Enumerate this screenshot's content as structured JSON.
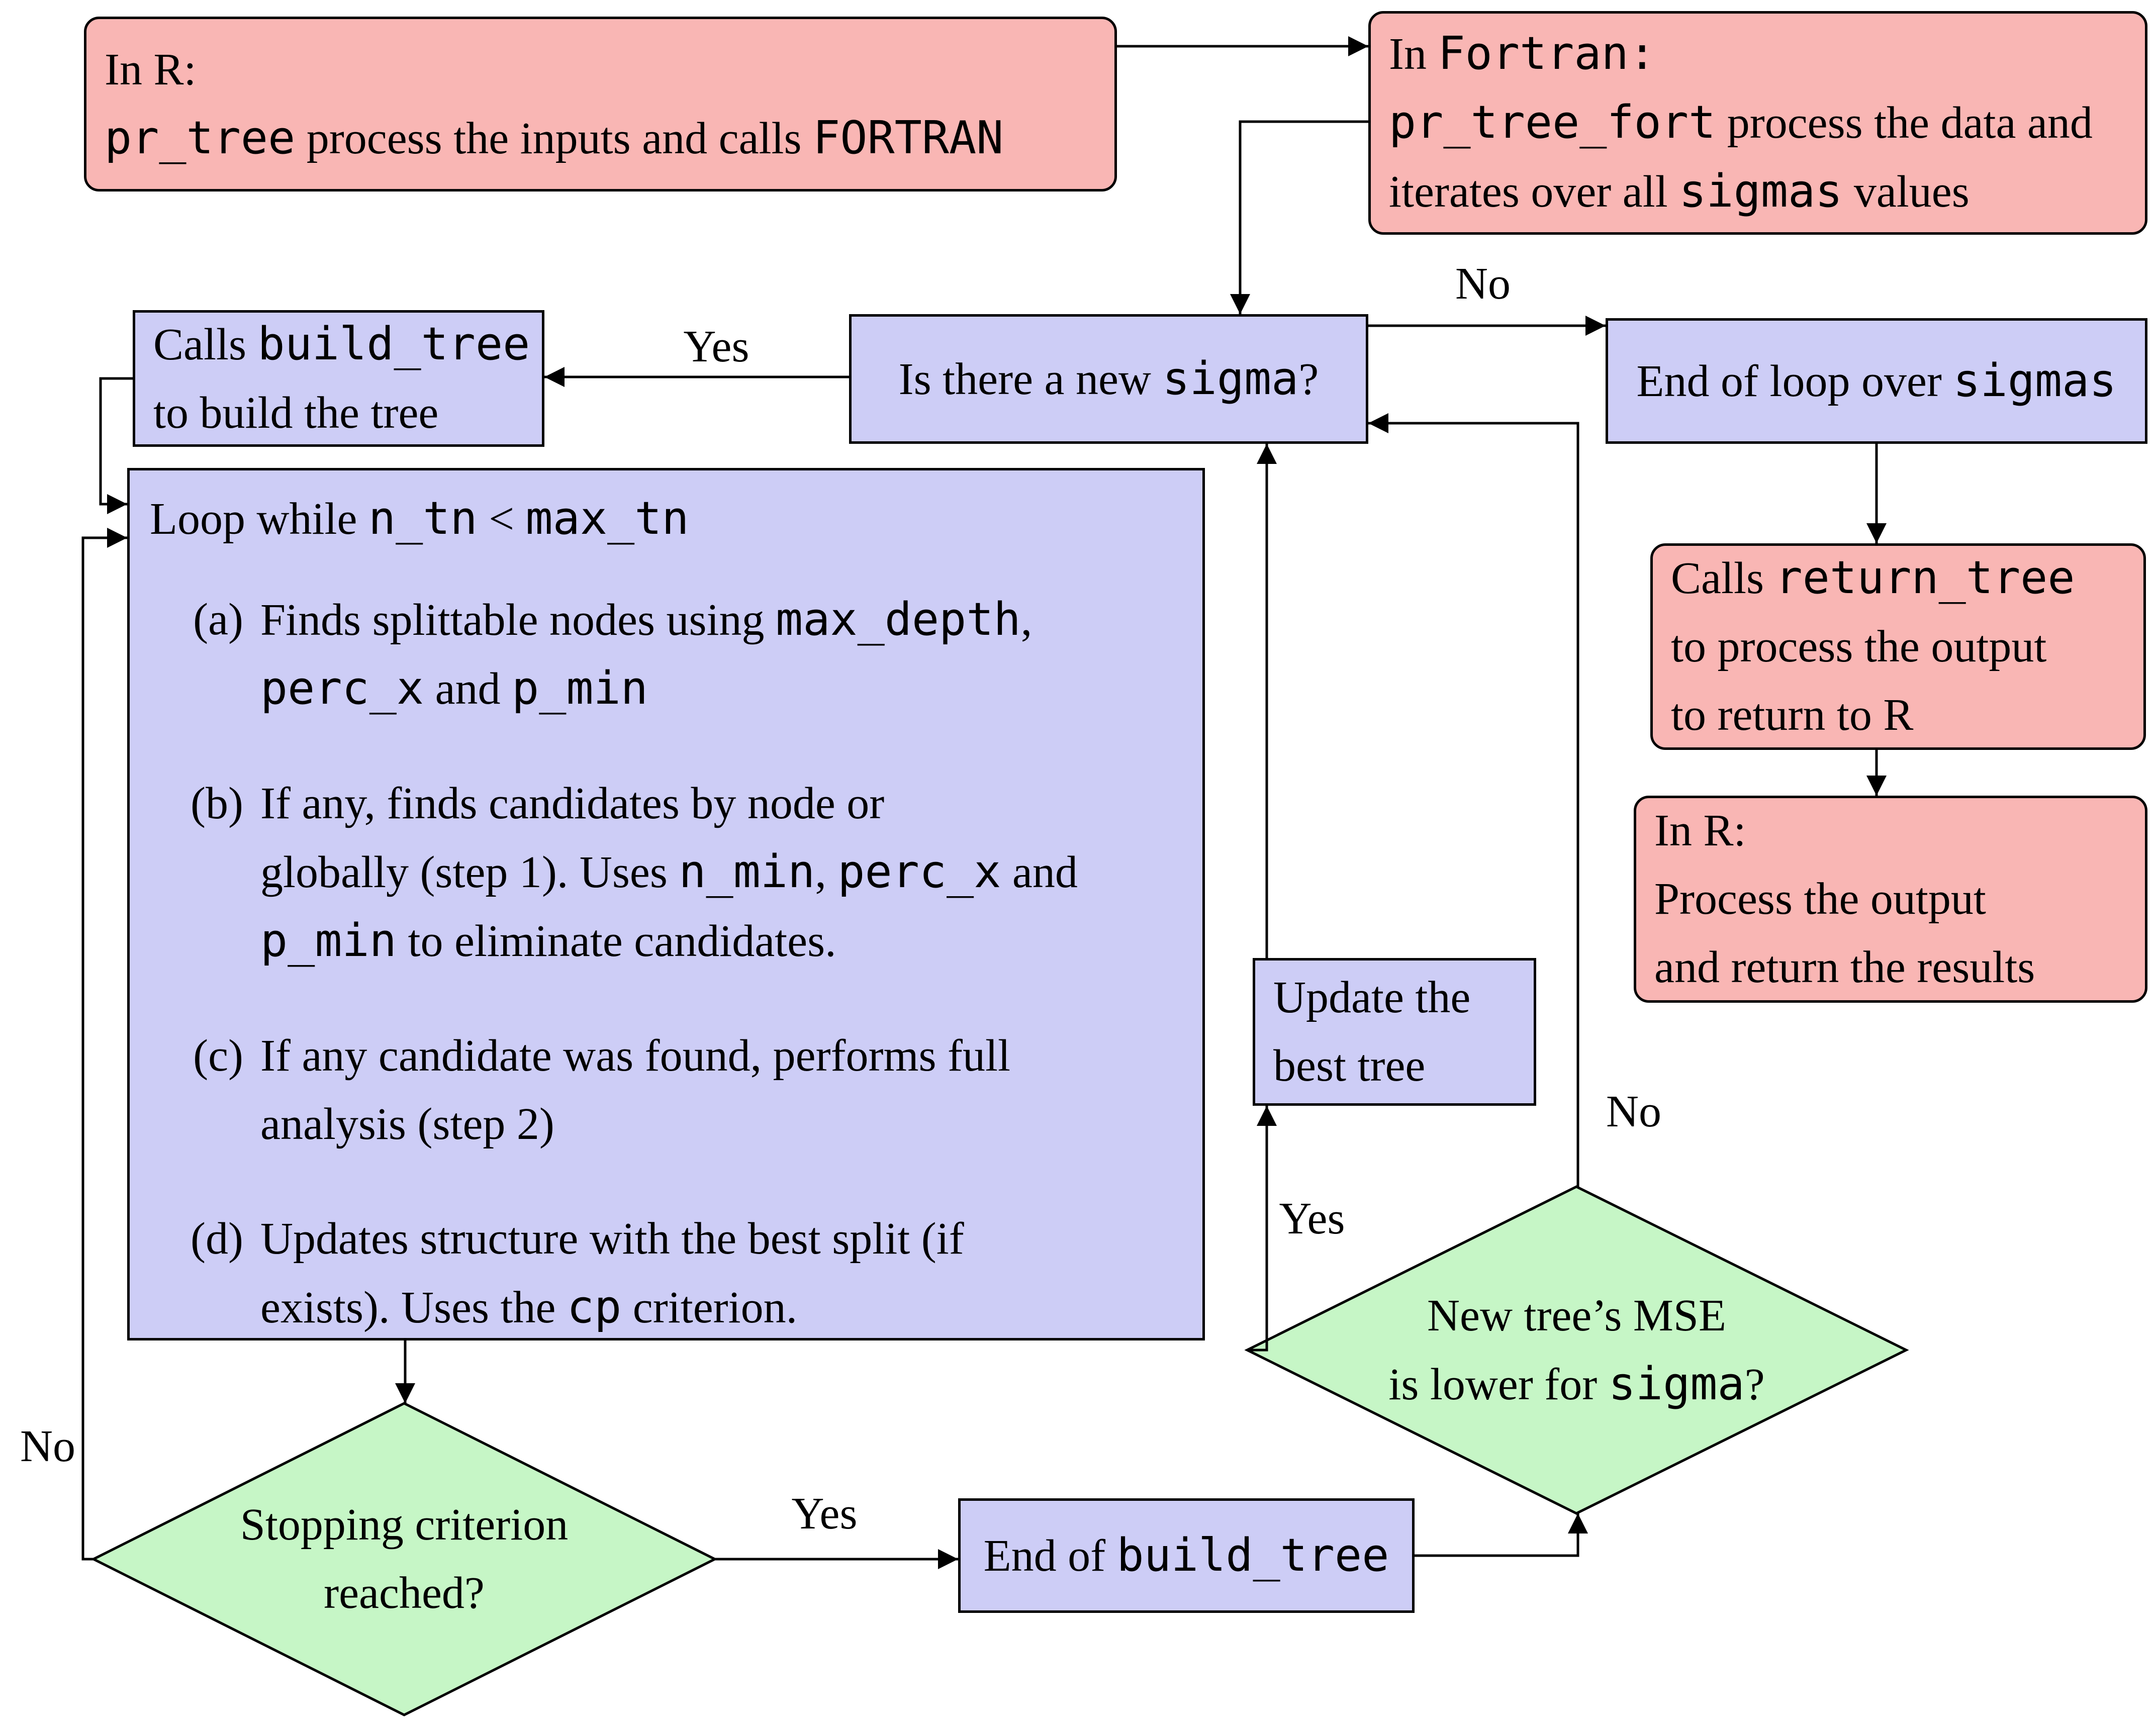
{
  "colors": {
    "box_red": "#f9b6b4",
    "box_blue": "#cdcdf6",
    "diamond_green": "#c6f6c6",
    "line": "#000000"
  },
  "nodes": {
    "r_entry": {
      "lines": [
        [
          {
            "t": "In R:"
          }
        ],
        [
          {
            "t": "pr_tree",
            "m": true
          },
          {
            "t": " process the inputs and calls "
          },
          {
            "t": "FORTRAN",
            "m": true
          }
        ]
      ]
    },
    "fortran_entry": {
      "lines": [
        [
          {
            "t": "In "
          },
          {
            "t": "Fortran:",
            "m": true
          }
        ],
        [
          {
            "t": "pr_tree_fort",
            "m": true
          },
          {
            "t": " process the data and"
          }
        ],
        [
          {
            "t": "iterates over all "
          },
          {
            "t": "sigmas",
            "m": true
          },
          {
            "t": " values"
          }
        ]
      ]
    },
    "new_sigma": {
      "lines": [
        [
          {
            "t": "Is there a new "
          },
          {
            "t": "sigma",
            "m": true
          },
          {
            "t": "?"
          }
        ]
      ]
    },
    "calls_build_tree": {
      "lines": [
        [
          {
            "t": "Calls "
          },
          {
            "t": "build_tree",
            "m": true
          }
        ],
        [
          {
            "t": "to build the tree"
          }
        ]
      ]
    },
    "end_loop_sigmas": {
      "lines": [
        [
          {
            "t": "End of loop over "
          },
          {
            "t": "sigmas",
            "m": true
          }
        ]
      ]
    },
    "loop": {
      "title": [
        {
          "t": "Loop while "
        },
        {
          "t": "n_tn",
          "m": true
        },
        {
          "t": " < "
        },
        {
          "t": "max_tn",
          "m": true
        }
      ],
      "items": [
        {
          "label": "(a)",
          "lines": [
            [
              {
                "t": "Finds splittable nodes using "
              },
              {
                "t": "max_depth",
                "m": true
              },
              {
                "t": ","
              }
            ],
            [
              {
                "t": "perc_x",
                "m": true
              },
              {
                "t": " and "
              },
              {
                "t": "p_min",
                "m": true
              }
            ]
          ]
        },
        {
          "label": "(b)",
          "lines": [
            [
              {
                "t": "If any, finds candidates by node or"
              }
            ],
            [
              {
                "t": "globally (step 1). Uses "
              },
              {
                "t": "n_min",
                "m": true
              },
              {
                "t": ", "
              },
              {
                "t": "perc_x",
                "m": true
              },
              {
                "t": " and"
              }
            ],
            [
              {
                "t": "p_min",
                "m": true
              },
              {
                "t": " to eliminate candidates."
              }
            ]
          ]
        },
        {
          "label": "(c)",
          "lines": [
            [
              {
                "t": "If any candidate was found, performs full"
              }
            ],
            [
              {
                "t": "analysis (step 2)"
              }
            ]
          ]
        },
        {
          "label": "(d)",
          "lines": [
            [
              {
                "t": "Updates structure with the best split (if"
              }
            ],
            [
              {
                "t": "exists). Uses the "
              },
              {
                "t": "cp",
                "m": true
              },
              {
                "t": " criterion."
              }
            ]
          ]
        }
      ]
    },
    "stopping": {
      "lines": [
        [
          {
            "t": "Stopping criterion"
          }
        ],
        [
          {
            "t": "reached?"
          }
        ]
      ]
    },
    "end_build_tree": {
      "lines": [
        [
          {
            "t": "End of "
          },
          {
            "t": "build_tree",
            "m": true
          }
        ]
      ]
    },
    "mse": {
      "lines": [
        [
          {
            "t": "New tree’s MSE"
          }
        ],
        [
          {
            "t": "is lower for "
          },
          {
            "t": "sigma",
            "m": true
          },
          {
            "t": "?"
          }
        ]
      ]
    },
    "update_best": {
      "lines": [
        [
          {
            "t": "Update the"
          }
        ],
        [
          {
            "t": "best tree"
          }
        ]
      ]
    },
    "calls_return_tree": {
      "lines": [
        [
          {
            "t": "Calls "
          },
          {
            "t": "return_tree",
            "m": true
          }
        ],
        [
          {
            "t": "to process the output"
          }
        ],
        [
          {
            "t": "to return to R"
          }
        ]
      ]
    },
    "r_output": {
      "lines": [
        [
          {
            "t": "In R:"
          }
        ],
        [
          {
            "t": "Process the output"
          }
        ],
        [
          {
            "t": "and return the results"
          }
        ]
      ]
    }
  },
  "edge_labels": {
    "sigma_yes": "Yes",
    "sigma_no": "No",
    "stop_no": "No",
    "stop_yes": "Yes",
    "mse_yes": "Yes",
    "mse_no": "No"
  }
}
